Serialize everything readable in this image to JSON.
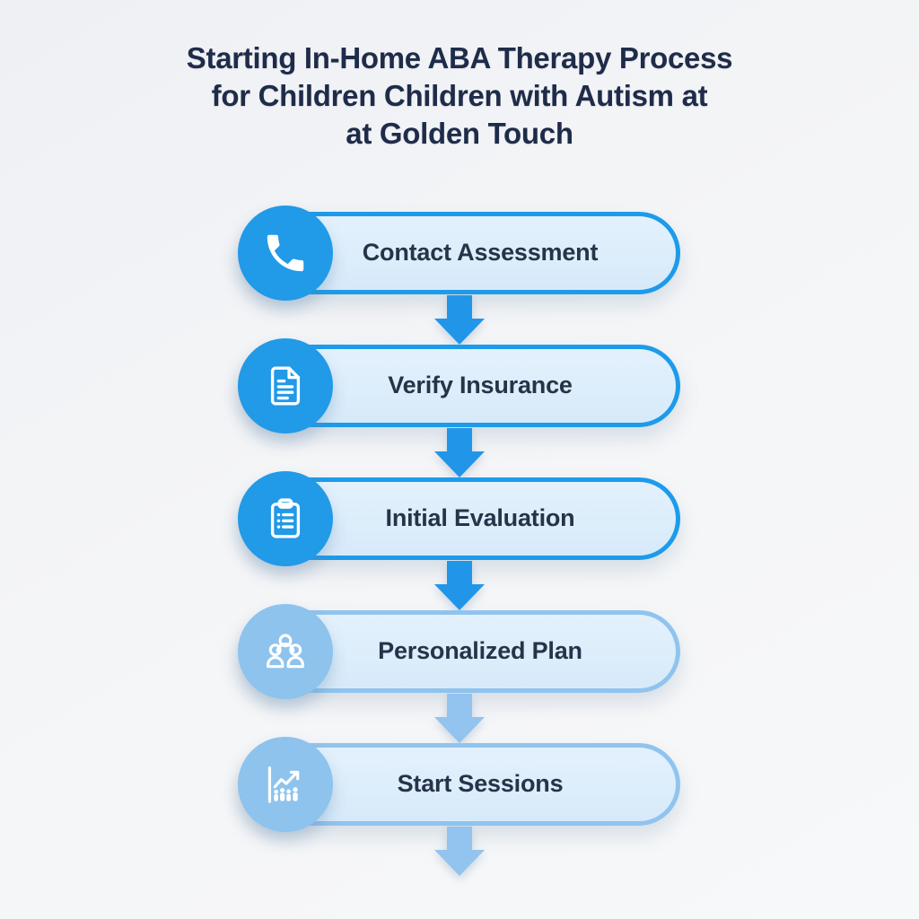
{
  "title": {
    "line1": "Starting In-Home ABA Therapy Process",
    "line2": "for Children Children with Autism at",
    "line3": "at Golden Touch"
  },
  "steps": [
    {
      "label": "Contact Assessment",
      "icon": "phone-icon",
      "theme": "bright"
    },
    {
      "label": "Verify Insurance",
      "icon": "document-icon",
      "theme": "bright"
    },
    {
      "label": "Initial Evaluation",
      "icon": "clipboard-icon",
      "theme": "bright"
    },
    {
      "label": "Personalized Plan",
      "icon": "people-icon",
      "theme": "light"
    },
    {
      "label": "Start Sessions",
      "icon": "growth-chart-icon",
      "theme": "light"
    }
  ],
  "colors": {
    "bright_blue": "#1d9bea",
    "bright_circle": "#219ae8",
    "light_blue": "#90c4ee",
    "light_circle": "#8dc3ed",
    "pill_fill": "#d9ebfa",
    "arrow_bright": "#2196e9",
    "arrow_light": "#93c4ef",
    "title_text": "#1f2c49",
    "label_text": "#263349",
    "background": "#f2f4f6"
  }
}
